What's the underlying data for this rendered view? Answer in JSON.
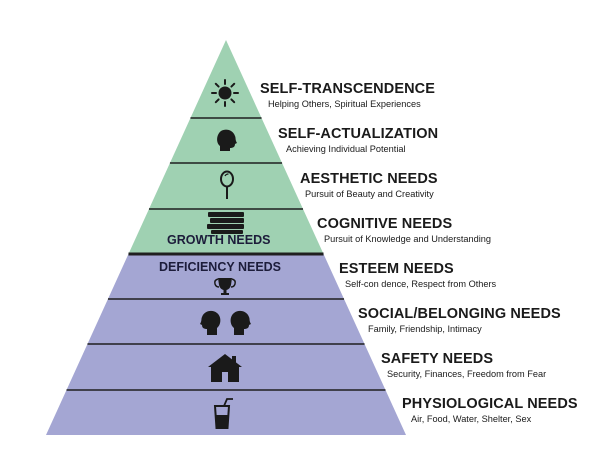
{
  "colors": {
    "growth": "#9fd1b2",
    "deficiency": "#a4a6d3",
    "divider": "#1f1f1f",
    "text": "#1a1a1a"
  },
  "groups": {
    "growth_label": "GROWTH NEEDS",
    "deficiency_label": "DEFICIENCY NEEDS"
  },
  "levels": [
    {
      "title": "SELF-TRANSCENDENCE",
      "subtitle": "Helping Others, Spiritual Experiences",
      "icon": "sun-icon",
      "group": "growth"
    },
    {
      "title": "SELF-ACTUALIZATION",
      "subtitle": "Achieving Individual Potential",
      "icon": "head-profile-icon",
      "group": "growth"
    },
    {
      "title": "AESTHETIC NEEDS",
      "subtitle": "Pursuit of Beauty and Creativity",
      "icon": "hand-mirror-icon",
      "group": "growth"
    },
    {
      "title": "COGNITIVE NEEDS",
      "subtitle": "Pursuit of Knowledge and Understanding",
      "icon": "book-stack-icon",
      "group": "growth"
    },
    {
      "title": "ESTEEM NEEDS",
      "subtitle": "Self-con  dence, Respect from Others",
      "icon": "trophy-icon",
      "group": "deficiency"
    },
    {
      "title": "SOCIAL/BELONGING NEEDS",
      "subtitle": "Family, Friendship, Intimacy",
      "icon": "two-heads-icon",
      "group": "deficiency"
    },
    {
      "title": "SAFETY NEEDS",
      "subtitle": "Security, Finances, Freedom from Fear",
      "icon": "house-icon",
      "group": "deficiency"
    },
    {
      "title": "PHYSIOLOGICAL NEEDS",
      "subtitle": "Air, Food, Water, Shelter, Sex",
      "icon": "drink-cup-icon",
      "group": "deficiency"
    }
  ]
}
